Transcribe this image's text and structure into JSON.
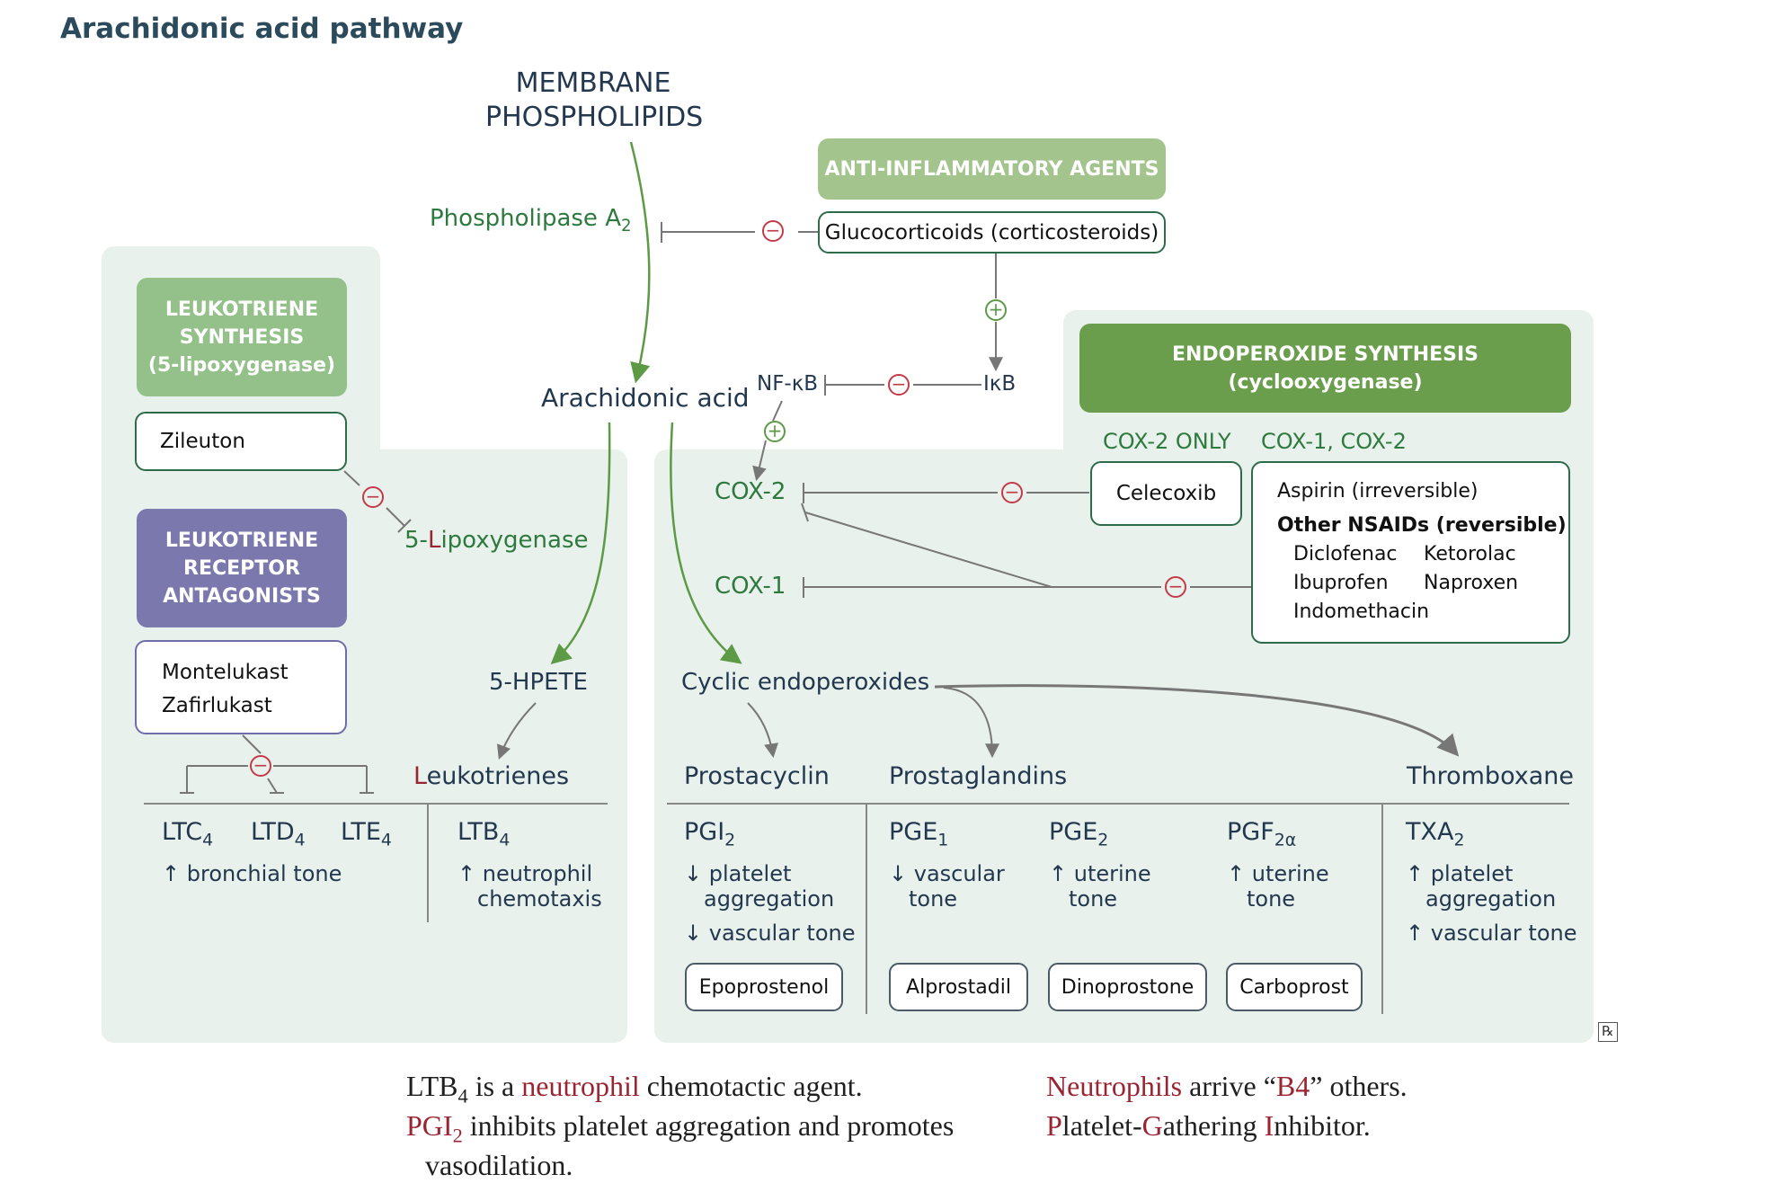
{
  "title": "Arachidonic acid pathway",
  "membrane": {
    "line1": "MEMBRANE",
    "line2": "PHOSPHOLIPIDS"
  },
  "phospholipase": {
    "label": "Phospholipase A",
    "sub": "2"
  },
  "anti_inflammatory": {
    "header": "ANTI-INFLAMMATORY AGENTS",
    "glucocorticoids": "Glucocorticoids (corticosteroids)"
  },
  "arachidonic_acid": "Arachidonic acid",
  "nfkb": "NF-κB",
  "ikb": "IκB",
  "leukotriene_synthesis": {
    "line1": "LEUKOTRIENE",
    "line2": "SYNTHESIS",
    "line3": "(5-lipoxygenase)"
  },
  "zileuton": "Zileuton",
  "lipoxygenase": {
    "first": "5-",
    "red": "L",
    "rest": "ipoxygenase"
  },
  "receptor_antagonists": {
    "line1": "LEUKOTRIENE",
    "line2": "RECEPTOR",
    "line3": "ANTAGONISTS"
  },
  "lt_antagonists": [
    "Montelukast",
    "Zafirlukast"
  ],
  "hpete": "5-HPETE",
  "leukotrienes": {
    "red": "L",
    "rest": "eukotrienes"
  },
  "endoperoxide_synthesis": {
    "line1": "ENDOPEROXIDE SYNTHESIS",
    "line2": "(cyclooxygenase)"
  },
  "cox2_only": "COX-2 ONLY",
  "cox12": "COX-1, COX-2",
  "celecoxib": "Celecoxib",
  "nsaids": {
    "aspirin": "Aspirin (irreversible)",
    "other": "Other NSAIDs (reversible)",
    "drugs": [
      "Diclofenac",
      "Ketorolac",
      "Ibuprofen",
      "Naproxen",
      "Indomethacin"
    ]
  },
  "cox2": "COX-2",
  "cox1": "COX-1",
  "cyclic_endoperoxides": "Cyclic endoperoxides",
  "prostacyclin": "Prostacyclin",
  "prostaglandins": "Prostaglandins",
  "thromboxane": "Thromboxane",
  "ltc4": {
    "base": "LTC",
    "sub": "4"
  },
  "ltd4": {
    "base": "LTD",
    "sub": "4"
  },
  "lte4": {
    "base": "LTE",
    "sub": "4"
  },
  "ltb4": {
    "base": "LTB",
    "sub": "4"
  },
  "bronchial": "↑ bronchial tone",
  "neutrophil": {
    "line1": "↑ neutrophil",
    "line2": "chemotaxis"
  },
  "pgi2": {
    "base": "PGI",
    "sub": "2",
    "eff1": "↓ platelet",
    "eff2": "aggregation",
    "eff3": "↓ vascular tone",
    "drug": "Epoprostenol"
  },
  "pge1": {
    "base": "PGE",
    "sub": "1",
    "eff1": "↓ vascular",
    "eff2": "tone",
    "drug": "Alprostadil"
  },
  "pge2": {
    "base": "PGE",
    "sub": "2",
    "eff1": "↑ uterine",
    "eff2": "tone",
    "drug": "Dinoprostone"
  },
  "pgf2a": {
    "base": "PGF",
    "sub": "2α",
    "eff1": "↑ uterine",
    "eff2": "tone",
    "drug": "Carboprost"
  },
  "txa2": {
    "base": "TXA",
    "sub": "2",
    "eff1": "↑ platelet",
    "eff2": "aggregation",
    "eff3": "↑ vascular tone"
  },
  "rx": "℞",
  "notes": {
    "l1": {
      "a": "LTB",
      "a_sub": "4",
      "b": " is a ",
      "c": "neutrophil",
      "d": " chemotactic agent."
    },
    "l2": {
      "a": "PGI",
      "a_sub": "2",
      "b": " inhibits platelet aggregation and promotes"
    },
    "l3": "vasodilation.",
    "r1": {
      "a": "Neutrophils",
      "b": " arrive “",
      "c": "B4",
      "d": "” others."
    },
    "r2": {
      "a": "P",
      "b": "latelet-",
      "c": "G",
      "d": "athering ",
      "e": "I",
      "f": "nhibitor."
    }
  },
  "colors": {
    "panel": "#e8f1ec",
    "green_text": "#2e7a3e",
    "navy": "#23384f",
    "accent_red": "#9a2532",
    "arrow_green": "#5c9a46"
  }
}
